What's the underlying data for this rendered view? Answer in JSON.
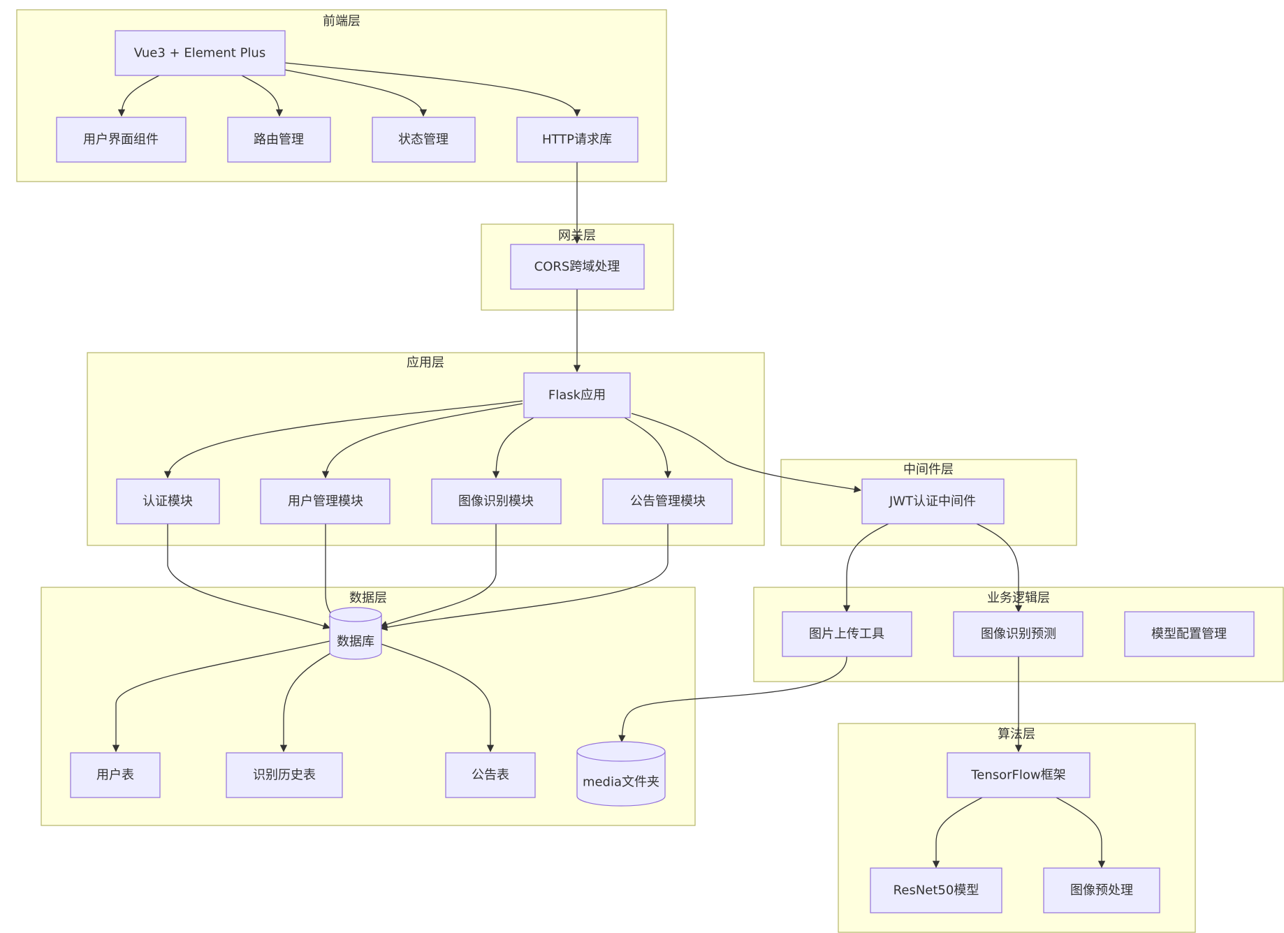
{
  "layers": {
    "frontend": "前端层",
    "gateway": "网关层",
    "application": "应用层",
    "middleware": "中间件层",
    "data": "数据层",
    "business": "业务逻辑层",
    "algorithm": "算法层"
  },
  "nodes": {
    "vue": "Vue3 + Element Plus",
    "ui": "用户界面组件",
    "router": "路由管理",
    "state": "状态管理",
    "http": "HTTP请求库",
    "cors": "CORS跨域处理",
    "flask": "Flask应用",
    "auth": "认证模块",
    "usermgmt": "用户管理模块",
    "imgrec": "图像识别模块",
    "notice": "公告管理模块",
    "jwt": "JWT认证中间件",
    "db": "数据库",
    "usertable": "用户表",
    "history": "识别历史表",
    "noticetable": "公告表",
    "media": "media文件夹",
    "upload": "图片上传工具",
    "predict": "图像识别预测",
    "modelcfg": "模型配置管理",
    "tensorflow": "TensorFlow框架",
    "resnet": "ResNet50模型",
    "preprocess": "图像预处理"
  },
  "edges": [
    [
      "vue",
      "ui"
    ],
    [
      "vue",
      "router"
    ],
    [
      "vue",
      "state"
    ],
    [
      "vue",
      "http"
    ],
    [
      "http",
      "cors"
    ],
    [
      "cors",
      "flask"
    ],
    [
      "flask",
      "auth"
    ],
    [
      "flask",
      "usermgmt"
    ],
    [
      "flask",
      "imgrec"
    ],
    [
      "flask",
      "notice"
    ],
    [
      "flask",
      "jwt"
    ],
    [
      "auth",
      "db"
    ],
    [
      "usermgmt",
      "db"
    ],
    [
      "imgrec",
      "db"
    ],
    [
      "notice",
      "db"
    ],
    [
      "db",
      "usertable"
    ],
    [
      "db",
      "history"
    ],
    [
      "db",
      "noticetable"
    ],
    [
      "jwt",
      "upload"
    ],
    [
      "jwt",
      "predict"
    ],
    [
      "upload",
      "media"
    ],
    [
      "predict",
      "tensorflow"
    ],
    [
      "tensorflow",
      "resnet"
    ],
    [
      "tensorflow",
      "preprocess"
    ]
  ]
}
